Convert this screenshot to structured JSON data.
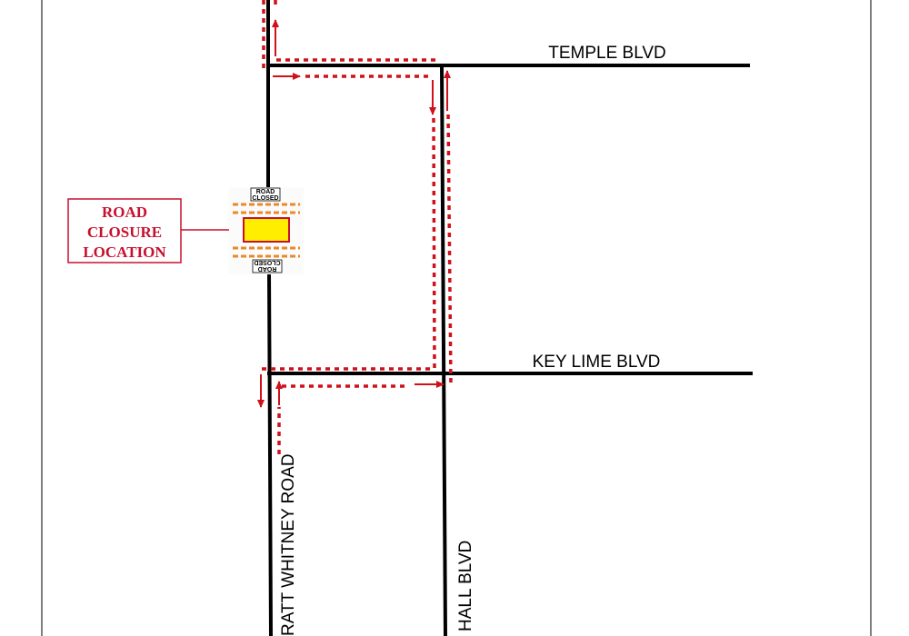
{
  "map": {
    "roads": {
      "temple": "TEMPLE BLVD",
      "key_lime": "KEY LIME BLVD",
      "pratt_whitney": "RATT WHITNEY ROAD",
      "hall": "HALL BLVD"
    },
    "closure_label": [
      "ROAD",
      "CLOSURE",
      "LOCATION"
    ],
    "barricade_sign": [
      "ROAD",
      "CLOSED"
    ],
    "colors": {
      "detour": "#d0101a",
      "closure_text": "#c8102e",
      "closure_zone": "#ffee00",
      "barricade": "#e8892a"
    }
  }
}
